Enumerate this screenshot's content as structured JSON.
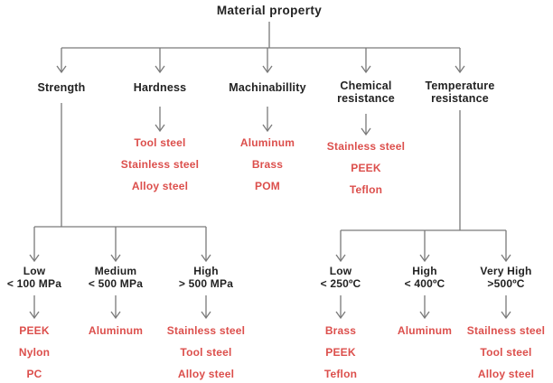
{
  "title": "Material property",
  "colors": {
    "text": "#222222",
    "red": "#dc4f4c",
    "line": "#7a7a7a",
    "background": "#ffffff"
  },
  "branches": {
    "strength": {
      "label": "Strength"
    },
    "hardness": {
      "label": "Hardness",
      "materials": [
        "Tool steel",
        "Stainless steel",
        "Alloy steel"
      ]
    },
    "machinability": {
      "label": "Machinabillity",
      "materials": [
        "Aluminum",
        "Brass",
        "POM"
      ]
    },
    "chemical": {
      "label": "Chemical resistance",
      "materials": [
        "Stainless steel",
        "PEEK",
        "Teflon"
      ]
    },
    "temperature": {
      "label": "Temperature resistance"
    }
  },
  "strength_levels": [
    {
      "label": "Low",
      "range": "< 100 MPa",
      "materials": [
        "PEEK",
        "Nylon",
        "PC"
      ]
    },
    {
      "label": "Medium",
      "range": "< 500 MPa",
      "materials": [
        "Aluminum"
      ]
    },
    {
      "label": "High",
      "range": "> 500 MPa",
      "materials": [
        "Stainless steel",
        "Tool steel",
        "Alloy steel"
      ]
    }
  ],
  "temperature_levels": [
    {
      "label": "Low",
      "range": "< 250ºC",
      "materials": [
        "Brass",
        "PEEK",
        "Teflon"
      ]
    },
    {
      "label": "High",
      "range": "< 400ºC",
      "materials": [
        "Aluminum"
      ]
    },
    {
      "label": "Very High",
      "range": ">500ºC",
      "materials": [
        "Stailness steel",
        "Tool steel",
        "Alloy steel"
      ]
    }
  ]
}
